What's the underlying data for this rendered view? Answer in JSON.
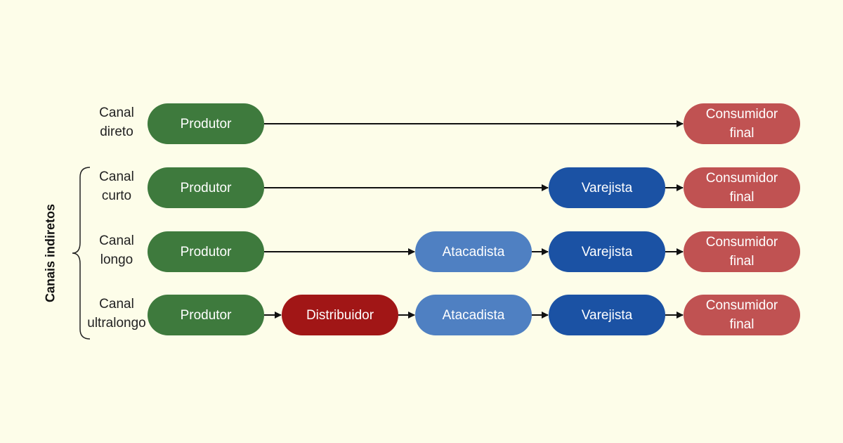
{
  "group_label": "Canais indiretos",
  "colors": {
    "background": "#fdfde9",
    "produtor": "#3e7a3d",
    "distribuidor": "#a11616",
    "atacadista": "#4f80c2",
    "varejista": "#1b52a4",
    "consumidor": "#c05252",
    "connector": "#111111"
  },
  "rows": [
    {
      "label": [
        "Canal",
        "direto"
      ],
      "nodes": {
        "produtor": "Produtor",
        "consumidor": [
          "Consumidor",
          "final"
        ]
      }
    },
    {
      "label": [
        "Canal",
        "curto"
      ],
      "nodes": {
        "produtor": "Produtor",
        "varejista": "Varejista",
        "consumidor": [
          "Consumidor",
          "final"
        ]
      }
    },
    {
      "label": [
        "Canal",
        "longo"
      ],
      "nodes": {
        "produtor": "Produtor",
        "atacadista": "Atacadista",
        "varejista": "Varejista",
        "consumidor": [
          "Consumidor",
          "final"
        ]
      }
    },
    {
      "label": [
        "Canal",
        "ultralongo"
      ],
      "nodes": {
        "produtor": "Produtor",
        "distribuidor": "Distribuidor",
        "atacadista": "Atacadista",
        "varejista": "Varejista",
        "consumidor": [
          "Consumidor",
          "final"
        ]
      }
    }
  ]
}
